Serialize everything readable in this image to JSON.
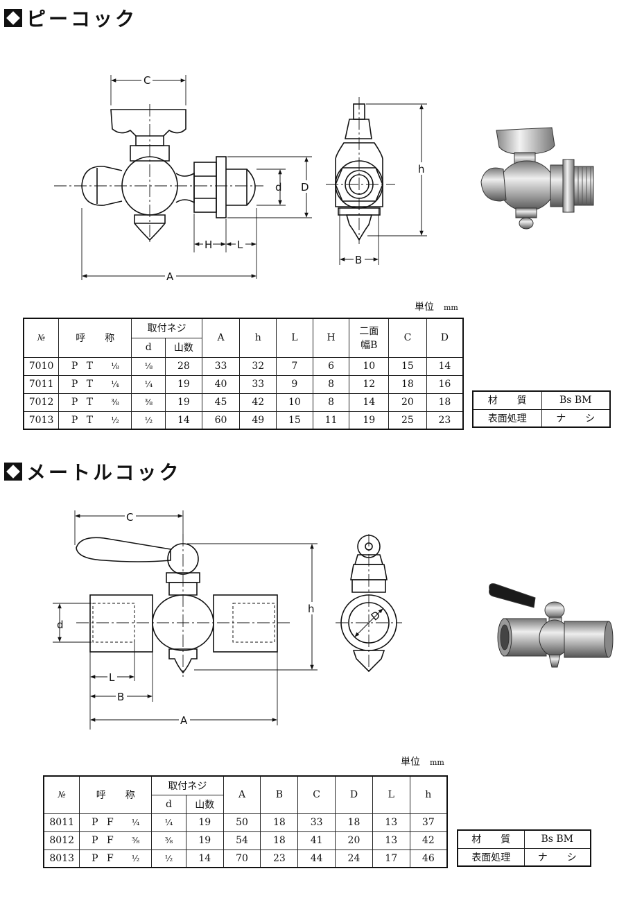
{
  "sections": [
    {
      "title": "ピーコック",
      "unit_label": "単位",
      "unit_value": "mm",
      "dims": {
        "C": "C",
        "D": "D",
        "d": "d",
        "H": "H",
        "L": "L",
        "A": "A",
        "h": "h",
        "B": "B"
      },
      "table": {
        "headers": [
          "№",
          "呼　　称",
          "取付ネジ",
          "d",
          "山数",
          "A",
          "h",
          "L",
          "H",
          "二面",
          "幅B",
          "C",
          "D"
        ],
        "rows": [
          [
            "7010",
            "P T",
            "⅛",
            "⅛",
            "28",
            "33",
            "32",
            "7",
            "6",
            "10",
            "15",
            "14"
          ],
          [
            "7011",
            "P T",
            "¼",
            "¼",
            "19",
            "40",
            "33",
            "9",
            "8",
            "12",
            "18",
            "16"
          ],
          [
            "7012",
            "P T",
            "⅜",
            "⅜",
            "19",
            "45",
            "42",
            "10",
            "8",
            "14",
            "20",
            "18"
          ],
          [
            "7013",
            "P T",
            "½",
            "½",
            "14",
            "60",
            "49",
            "15",
            "11",
            "19",
            "25",
            "23"
          ]
        ]
      },
      "material": {
        "label1": "材　　質",
        "value1": "Bs BM",
        "label2": "表面処理",
        "value2": "ナ　　シ"
      }
    },
    {
      "title": "メートルコック",
      "unit_label": "単位",
      "unit_value": "mm",
      "dims": {
        "C": "C",
        "d": "d",
        "L": "L",
        "B": "B",
        "A": "A",
        "h": "h",
        "D": "D"
      },
      "table": {
        "headers": [
          "№",
          "呼　　称",
          "取付ネジ",
          "d",
          "山数",
          "A",
          "B",
          "C",
          "D",
          "L",
          "h"
        ],
        "rows": [
          [
            "8011",
            "P F",
            "¼",
            "¼",
            "19",
            "50",
            "18",
            "33",
            "18",
            "13",
            "37"
          ],
          [
            "8012",
            "P F",
            "⅜",
            "⅜",
            "19",
            "54",
            "18",
            "41",
            "20",
            "13",
            "42"
          ],
          [
            "8013",
            "P F",
            "½",
            "½",
            "14",
            "70",
            "23",
            "44",
            "24",
            "17",
            "46"
          ]
        ]
      },
      "material": {
        "label1": "材　　質",
        "value1": "Bs BM",
        "label2": "表面処理",
        "value2": "ナ　　シ"
      }
    }
  ]
}
